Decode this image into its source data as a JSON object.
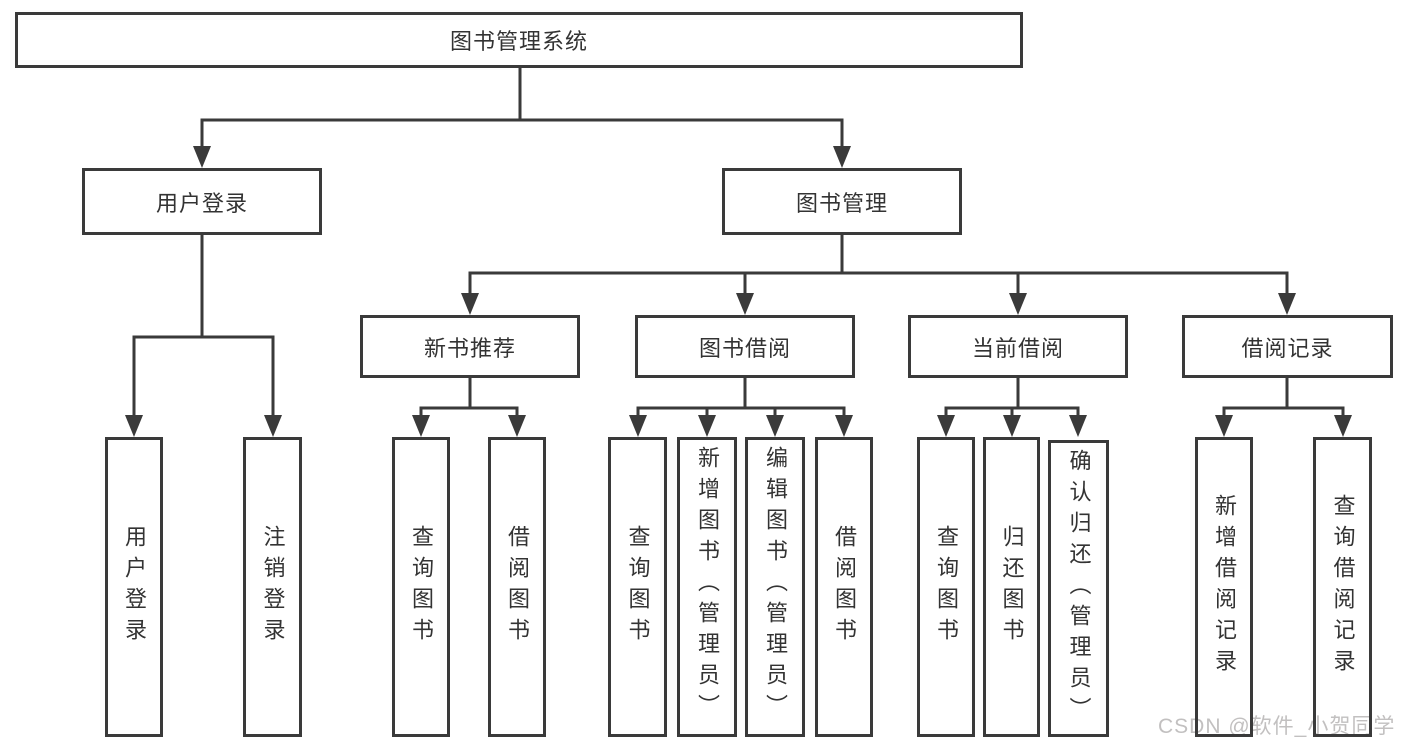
{
  "diagram": {
    "type": "tree",
    "background": "#ffffff",
    "line_color": "#3a3a3a",
    "text_color": "#333333",
    "watermark": {
      "text": "CSDN @软件_小贺同学",
      "color": "#c2c0c0"
    },
    "nodes": {
      "root": {
        "label": "图书管理系统",
        "level": 1
      },
      "user_login": {
        "label": "用户登录",
        "level": 2
      },
      "book_mgmt": {
        "label": "图书管理",
        "level": 2
      },
      "new_book_rec": {
        "label": "新书推荐",
        "level": 3
      },
      "book_borrow": {
        "label": "图书借阅",
        "level": 3
      },
      "current_borrow": {
        "label": "当前借阅",
        "level": 3
      },
      "borrow_record": {
        "label": "借阅记录",
        "level": 3
      },
      "user_login_leaf": {
        "label": "用户登录",
        "level": 4
      },
      "logout_leaf": {
        "label": "注销登录",
        "level": 4
      },
      "query_book_1": {
        "label": "查询图书",
        "level": 4
      },
      "borrow_book_1": {
        "label": "借阅图书",
        "level": 4
      },
      "query_book_2": {
        "label": "查询图书",
        "level": 4
      },
      "add_book": {
        "label": "新增图书（管理员）",
        "level": 4
      },
      "edit_book": {
        "label": "编辑图书（管理员）",
        "level": 4
      },
      "borrow_book_2": {
        "label": "借阅图书",
        "level": 4
      },
      "query_book_3": {
        "label": "查询图书",
        "level": 4
      },
      "return_book": {
        "label": "归还图书",
        "level": 4
      },
      "confirm_return": {
        "label": "确认归还（管理员）",
        "level": 4
      },
      "add_borrow_record": {
        "label": "新增借阅记录",
        "level": 4
      },
      "query_borrow_record": {
        "label": "查询借阅记录",
        "level": 4
      }
    },
    "edges": [
      [
        "root",
        "user_login"
      ],
      [
        "root",
        "book_mgmt"
      ],
      [
        "user_login",
        "user_login_leaf"
      ],
      [
        "user_login",
        "logout_leaf"
      ],
      [
        "book_mgmt",
        "new_book_rec"
      ],
      [
        "book_mgmt",
        "book_borrow"
      ],
      [
        "book_mgmt",
        "current_borrow"
      ],
      [
        "book_mgmt",
        "borrow_record"
      ],
      [
        "new_book_rec",
        "query_book_1"
      ],
      [
        "new_book_rec",
        "borrow_book_1"
      ],
      [
        "book_borrow",
        "query_book_2"
      ],
      [
        "book_borrow",
        "add_book"
      ],
      [
        "book_borrow",
        "edit_book"
      ],
      [
        "book_borrow",
        "borrow_book_2"
      ],
      [
        "current_borrow",
        "query_book_3"
      ],
      [
        "current_borrow",
        "return_book"
      ],
      [
        "current_borrow",
        "confirm_return"
      ],
      [
        "borrow_record",
        "add_borrow_record"
      ],
      [
        "borrow_record",
        "query_borrow_record"
      ]
    ]
  }
}
